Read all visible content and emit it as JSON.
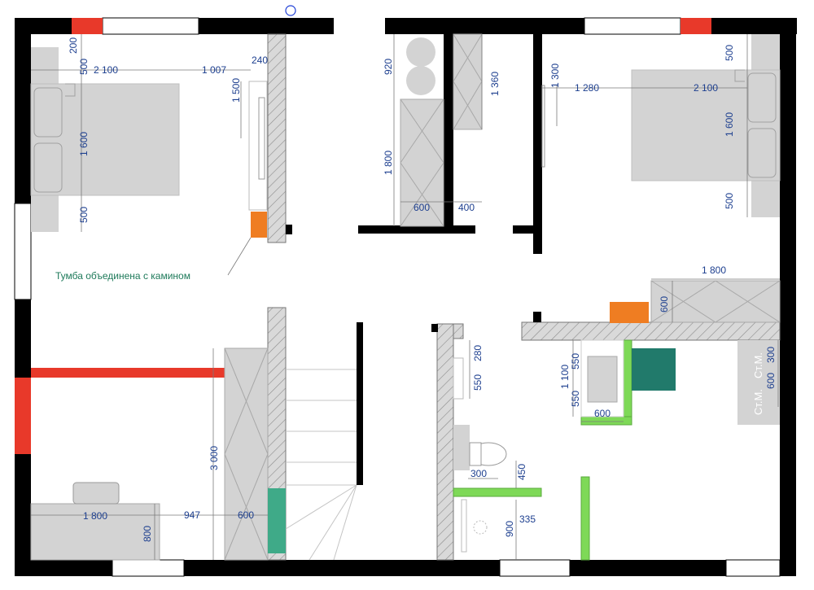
{
  "colors": {
    "wall": "#000000",
    "furniture": "#d3d3d3",
    "hatch": "#bdbdbd",
    "dim_text": "#1d3f8f",
    "dim_line": "#7a7a7a",
    "window_red": "#e8392a",
    "accent_orange": "#ef7d22",
    "accent_green": "#7ed957",
    "accent_teal": "#217a6b",
    "accent_mint": "#3faa88",
    "note": "#1e7a5a",
    "compass": "#1f3fd6"
  },
  "note": "Тумба объединена с камином",
  "storage_label": "Ст.М.",
  "dims": {
    "bed_left_top_gap": "200",
    "bed_left_head_gap": "500",
    "bed_left_length": "2 100",
    "bed_left_to_wall": "1 007",
    "fireplace_width": "240",
    "fireplace_height": "1 500",
    "bed_left_width": "1 600",
    "bed_left_bottom_gap": "500",
    "closet_round": "920",
    "closet_height": "1 800",
    "closet_depth": "600",
    "closet_gap": "400",
    "cabinet_height": "1 360",
    "mirror_height": "1 300",
    "bed_right_to_wall": "1 280",
    "bed_right_length": "2 100",
    "bed_right_top_gap": "500",
    "bed_right_width": "1 600",
    "bed_right_bottom_gap": "500",
    "counter_length": "1 800",
    "counter_depth": "600",
    "sink_top": "280",
    "sink_height": "550",
    "shower_total": "1 100",
    "shower_upper": "550",
    "shower_lower": "550",
    "shower_width": "600",
    "storage_top": "300",
    "storage_depth": "600",
    "wardrobe_long": "3 000",
    "toilet_width": "300",
    "toilet_height": "450",
    "basin_offset": "335",
    "basin_height": "900",
    "desk_length": "1 800",
    "desk_gap": "947",
    "desk_depth": "800",
    "stair_width": "600"
  }
}
